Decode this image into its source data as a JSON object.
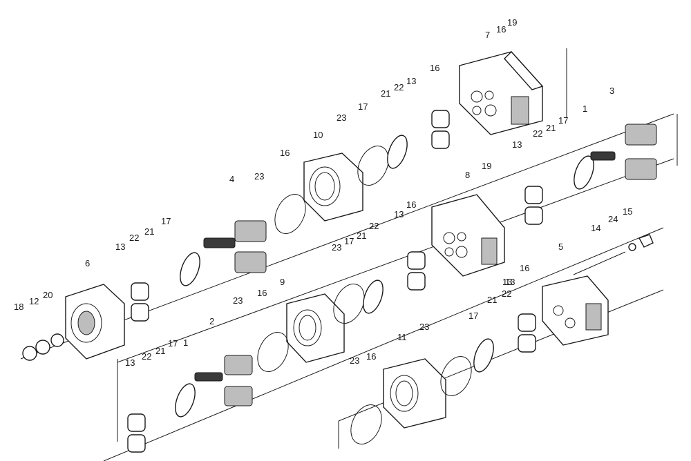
{
  "diagram": {
    "type": "exploded-parts-drawing",
    "line_color": "#1a1a1a",
    "callouts": [
      {
        "id": "c7",
        "text": "7"
      },
      {
        "id": "c16a",
        "text": "16"
      },
      {
        "id": "c19a",
        "text": "19"
      },
      {
        "id": "c16b",
        "text": "16"
      },
      {
        "id": "c13a",
        "text": "13"
      },
      {
        "id": "c22a",
        "text": "22"
      },
      {
        "id": "c21a",
        "text": "21"
      },
      {
        "id": "c17a",
        "text": "17"
      },
      {
        "id": "c23a",
        "text": "23"
      },
      {
        "id": "c10",
        "text": "10"
      },
      {
        "id": "c16c",
        "text": "16"
      },
      {
        "id": "c3",
        "text": "3"
      },
      {
        "id": "c1a",
        "text": "1"
      },
      {
        "id": "c21b",
        "text": "21"
      },
      {
        "id": "c17b",
        "text": "17"
      },
      {
        "id": "c22b",
        "text": "22"
      },
      {
        "id": "c13b",
        "text": "13"
      },
      {
        "id": "c8",
        "text": "8"
      },
      {
        "id": "c19b",
        "text": "19"
      },
      {
        "id": "c4",
        "text": "4"
      },
      {
        "id": "c23b",
        "text": "23"
      },
      {
        "id": "c17c",
        "text": "17"
      },
      {
        "id": "c13c",
        "text": "13"
      },
      {
        "id": "c22c",
        "text": "22"
      },
      {
        "id": "c21c",
        "text": "21"
      },
      {
        "id": "c16d",
        "text": "16"
      },
      {
        "id": "c13d",
        "text": "13"
      },
      {
        "id": "c22d",
        "text": "22"
      },
      {
        "id": "c21d",
        "text": "21"
      },
      {
        "id": "c17d",
        "text": "17"
      },
      {
        "id": "c23c",
        "text": "23"
      },
      {
        "id": "c15",
        "text": "15"
      },
      {
        "id": "c24",
        "text": "24"
      },
      {
        "id": "c14",
        "text": "14"
      },
      {
        "id": "c5",
        "text": "5"
      },
      {
        "id": "c6",
        "text": "6"
      },
      {
        "id": "c18",
        "text": "18"
      },
      {
        "id": "c12",
        "text": "12"
      },
      {
        "id": "c20",
        "text": "20"
      },
      {
        "id": "c23d",
        "text": "23"
      },
      {
        "id": "c16e",
        "text": "16"
      },
      {
        "id": "c9",
        "text": "9"
      },
      {
        "id": "c16f",
        "text": "16"
      },
      {
        "id": "c13e",
        "text": "13"
      },
      {
        "id": "c2",
        "text": "2"
      },
      {
        "id": "c1b",
        "text": "1"
      },
      {
        "id": "c17e",
        "text": "17"
      },
      {
        "id": "c21e",
        "text": "21"
      },
      {
        "id": "c22e",
        "text": "22"
      },
      {
        "id": "c13f",
        "text": "13"
      },
      {
        "id": "c23e",
        "text": "23"
      },
      {
        "id": "c11",
        "text": "11"
      },
      {
        "id": "c23f",
        "text": "23"
      },
      {
        "id": "c16g",
        "text": "16"
      },
      {
        "id": "c17f",
        "text": "17"
      },
      {
        "id": "c21f",
        "text": "21"
      },
      {
        "id": "c22f",
        "text": "22"
      },
      {
        "id": "c13g",
        "text": "13"
      }
    ]
  }
}
